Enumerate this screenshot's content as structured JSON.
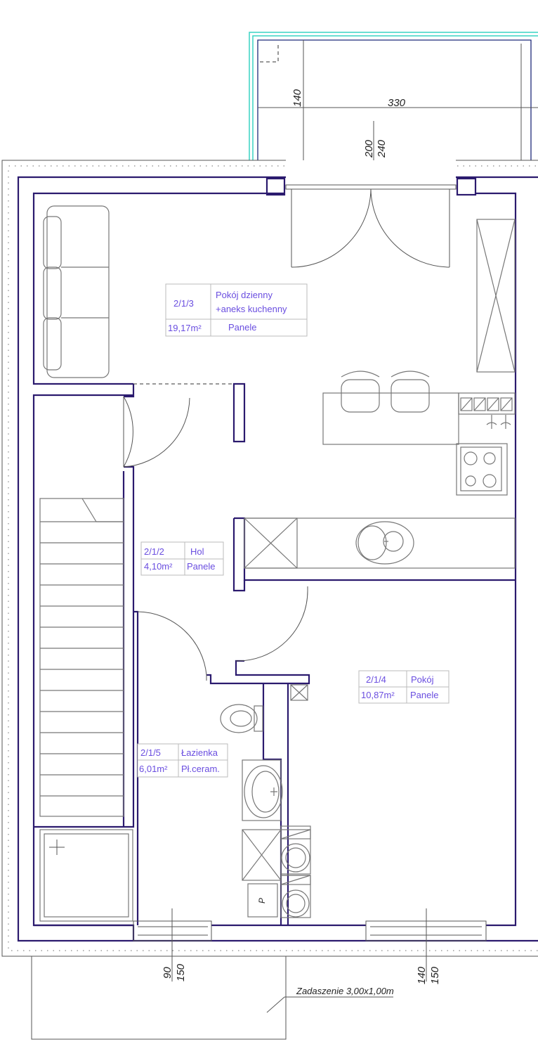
{
  "rooms": [
    {
      "id": "2/1/3",
      "name_line1": "Pokój dzienny",
      "name_line2": "+aneks kuchenny",
      "area": "19,17m²",
      "floor": "Panele"
    },
    {
      "id": "2/1/2",
      "name": "Hol",
      "area": "4,10m²",
      "floor": "Panele"
    },
    {
      "id": "2/1/4",
      "name": "Pokój",
      "area": "10,87m²",
      "floor": "Panele"
    },
    {
      "id": "2/1/5",
      "name": "Łazienka",
      "area": "6,01m²",
      "floor": "Pł.ceram."
    }
  ],
  "dimensions": {
    "balcony_depth": "140",
    "balcony_width": "330",
    "door_width": "200",
    "door_height": "240",
    "window_left_width": "90",
    "window_left_height": "150",
    "window_right_width": "140",
    "window_right_height": "150"
  },
  "canopy_note": "Zadaszenie 3,00x1,00m",
  "fixtures": {
    "washer_label": "P"
  },
  "colors": {
    "wall": "#2b1a6e",
    "label": "#6a4ee0",
    "balcony": "#39d3c4"
  }
}
